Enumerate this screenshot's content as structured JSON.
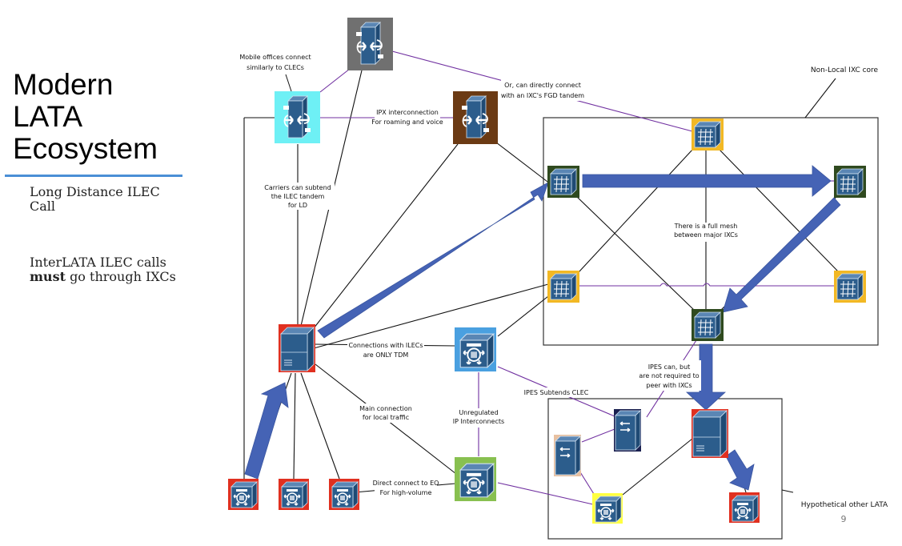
{
  "slide": {
    "title_lines": [
      "Modern",
      "LATA",
      "Ecosystem"
    ],
    "bullet1": "Long Distance ILEC Call",
    "bullet2_bold": "must",
    "bullet2_pre": "InterLATA ILEC calls",
    "bullet2_post": "go through IXCs",
    "page_number": "9"
  },
  "labels": {
    "mobile_1": "Mobile offices connect",
    "mobile_2": "similarly to CLECs",
    "fgd_1": "Or, can directly connect",
    "fgd_2": "with an IXC's FGD tandem",
    "ipx_1": "IPX interconnection",
    "ipx_2": "For roaming and voice",
    "ixc_core": "Non-Local IXC core",
    "subtend_1": "Carriers can subtend",
    "subtend_2": "the ILEC tandem",
    "subtend_3": "for LD",
    "mesh_1": "There is a full mesh",
    "mesh_2": "between major IXCs",
    "tdm_1": "Connections with ILECs",
    "tdm_2": "are ONLY TDM",
    "ipes_peer_1": "IPES can, but",
    "ipes_peer_2": "are not required to",
    "ipes_peer_3": "peer with IXCs",
    "ipes_subtends": "IPES Subtends CLEC",
    "main_1": "Main connection",
    "main_2": "for local traffic",
    "unreg_1": "Unregulated",
    "unreg_2": "IP Interconnects",
    "direct_1": "Direct connect to EO",
    "direct_2": "For high-volume",
    "other_lata": "Hypothetical other LATA"
  },
  "colors": {
    "device_blue": "#2c5d8c",
    "arrow_blue": "#4563b5",
    "purple_link": "#7030a0",
    "rule_blue": "#4a8fd6",
    "mobile_bg": "#6ef0f5",
    "gray_bg": "#707070",
    "brown_bg": "#6b3a14",
    "ilec_red": "#e03020",
    "ixc_gold": "#f2b824",
    "ixc_green": "#2f4a1f",
    "clec_blue": "#4aa0e0",
    "clec_green": "#88c050",
    "ipes_navy": "#1a2050",
    "ipes_peach": "#e8c0a0",
    "yellow": "#ffff40"
  }
}
